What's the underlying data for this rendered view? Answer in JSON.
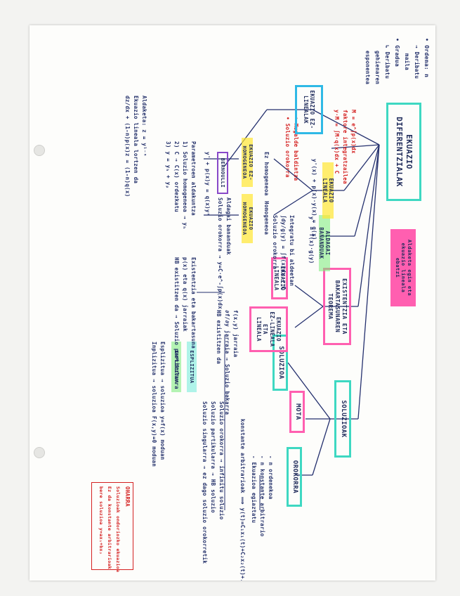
{
  "orden": {
    "title": "• Ordena: n",
    "items": [
      "→ Deribatu",
      "maila",
      "• Gradua",
      "↳ Deribatu",
      "gehienaren",
      "esponentea"
    ]
  },
  "root": "EKUAZIO DIFERENTZIALAK",
  "soluzioak": {
    "title": "SOLUZIOAK",
    "orokorra": {
      "label": "OROKORRA",
      "lines": [
        "- n ordenekoa",
        "- n konstante arbitrario",
        "- Ekuazioa egiaztatu",
        "konstante arbitrarioak ⟹ y(t)=C₁x₁(t)+C₂x₂(t)+..."
      ]
    },
    "oharra": {
      "label": "OHARRA",
      "lines": [
        "Soluzioak ondoriozko ekuazioa",
        "Ez da konstante arbitrarioak",
        "bere soluzioa y=ax₁+bx₂"
      ]
    },
    "mota": {
      "label": "MOTA",
      "lines": [
        "Soluzio orokorra → infinitu soluzio",
        "Soluzio partikularra → HB soluzio",
        "Soluzio singularra → ez dago soluzio orokorretik"
      ]
    },
    "soluzioa": {
      "label": "SOLUZIOA",
      "lines": [
        "Esplizitua → soluzioa y=f(x) moduan",
        "Inplizitua → soluzioa F(x,y)=0 moduan"
      ],
      "esplizitua": "ESPLIZITUA",
      "inplizitua": "INPLIZITUA"
    }
  },
  "existentzia": {
    "title": "EXISTENTZIA ETA BAKARTASUNAREN TEOREMA",
    "ez_lineala": {
      "label": "EKUAZIO EZ-LINEALA ETA LINEALA",
      "lines": [
        "f(x,y) jarraia",
        "∂f/∂y jarraia → Soluzio bakarra",
        "HB existitzen da"
      ]
    },
    "lineala": {
      "label": "EKUAZIO LINEALA",
      "lines": [
        "Existentzia eta bakartasuna",
        "p(x) eta q(x) jarraiak",
        "HB existitzen da → Soluzio partikularra"
      ]
    }
  },
  "aldagai": {
    "title": "ALDAGAI BANANDUAK",
    "formula": "y' = f(x)·g(y)",
    "lines": [
      "Integratu bi aldeetan",
      "∫dy/g(y) = ∫f(x)dx + C",
      "Soluzio orokorra"
    ]
  },
  "ekuazio_lineala": {
    "title": "EKUAZIO LINEALA",
    "formula": "y'(x) + p(x)·y(x) = q(x)",
    "red_notes": [
      "M = e^∫p(x)dx",
      "faktore integratzailea",
      "y·M = ∫M·q(x)dx + C",
      "• Mugalde baldintza",
      "• Soluzio orokorra"
    ],
    "homogeneoa_label": "Homogeneoa",
    "ez_homogeneoa_label": "Ez homogeneoa"
  },
  "homogeneoa": {
    "label": "EKUAZIO HOMOGENEOA",
    "lines": [
      "Aldagai bananduak",
      "Soluzio orokorra → y=C·e^-∫p(x)dx"
    ]
  },
  "ez_homogeneoa": {
    "label": "EKUAZIO EZ-HOMOGENEOA",
    "lines": [
      "Parametroen aldakuntza",
      "1) Soluzio homogeneoa → yₕ",
      "2) C → C(x) ordezkatu",
      "3) y = yₕ + yₚ"
    ]
  },
  "ez_lineala_bernoulli": {
    "title": "EKUAZIO EZ-LINEALAK",
    "bernoulli": "BERNOULLI",
    "lines": [
      "y' + p(x)y = q(x)yⁿ",
      "Aldaketa: z = y¹⁻ⁿ",
      "Ekuazio lineala lortzen da",
      "dz/dx + (1-n)p(x)z = (1-n)q(x)"
    ],
    "pink_note": "Aldaketa egin eta ekuazio lineala ebatzi"
  }
}
